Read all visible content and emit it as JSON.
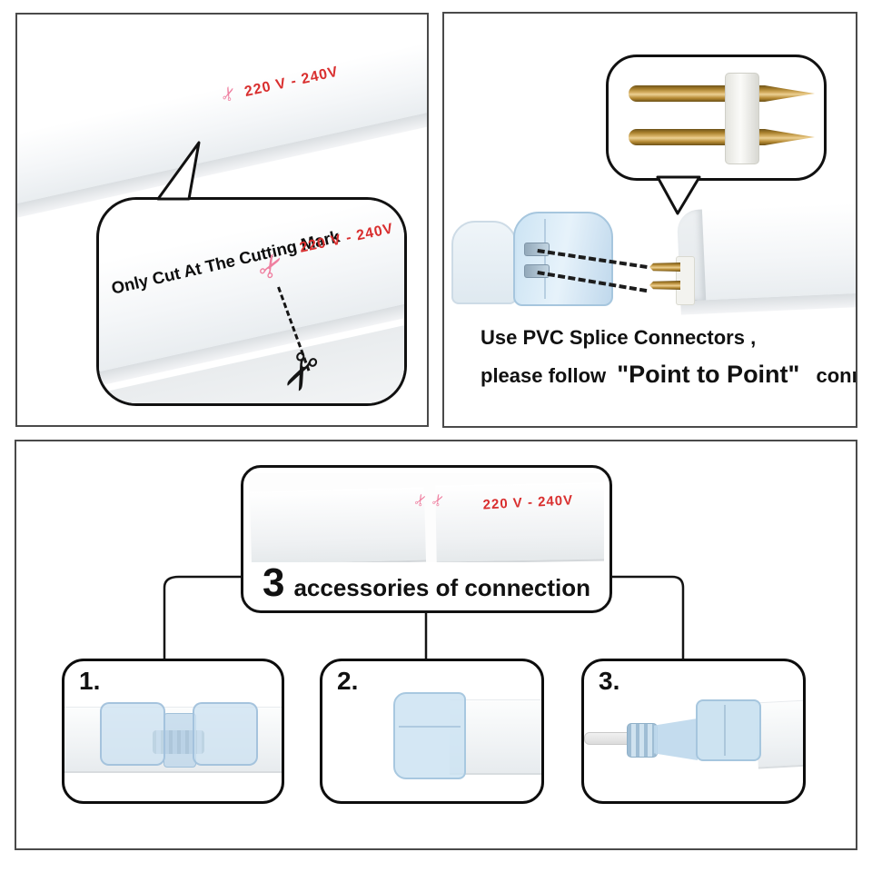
{
  "icons": {
    "cut_mark": "✂",
    "scissors": "✂"
  },
  "colors": {
    "voltage_red": "#d92f2f",
    "cut_mark_pink": "#ef7fa0",
    "outline_black": "#111111",
    "panel_border_gray": "#4a4a4a",
    "connector_blue": "#cde3f3",
    "brass_gold": "#c49a45",
    "strip_white": "#f4f6f8"
  },
  "cutting_panel": {
    "strip_voltage": "220 V - 240V",
    "bubble": {
      "title": "Only Cut At The Cutting Mark",
      "voltage": "220 V - 240V"
    }
  },
  "splice_panel": {
    "instruction_line1": "Use PVC Splice Connectors ,",
    "instruction_line2_prefix": "please follow",
    "instruction_line2_emphasis": "\"Point to Point\"",
    "instruction_line2_suffix": "connection."
  },
  "accessories_panel": {
    "strip_voltage": "220 V - 240V",
    "heading_count": "3",
    "heading_text": "accessories of connection",
    "items": [
      {
        "number": "1."
      },
      {
        "number": "2."
      },
      {
        "number": "3."
      }
    ]
  }
}
